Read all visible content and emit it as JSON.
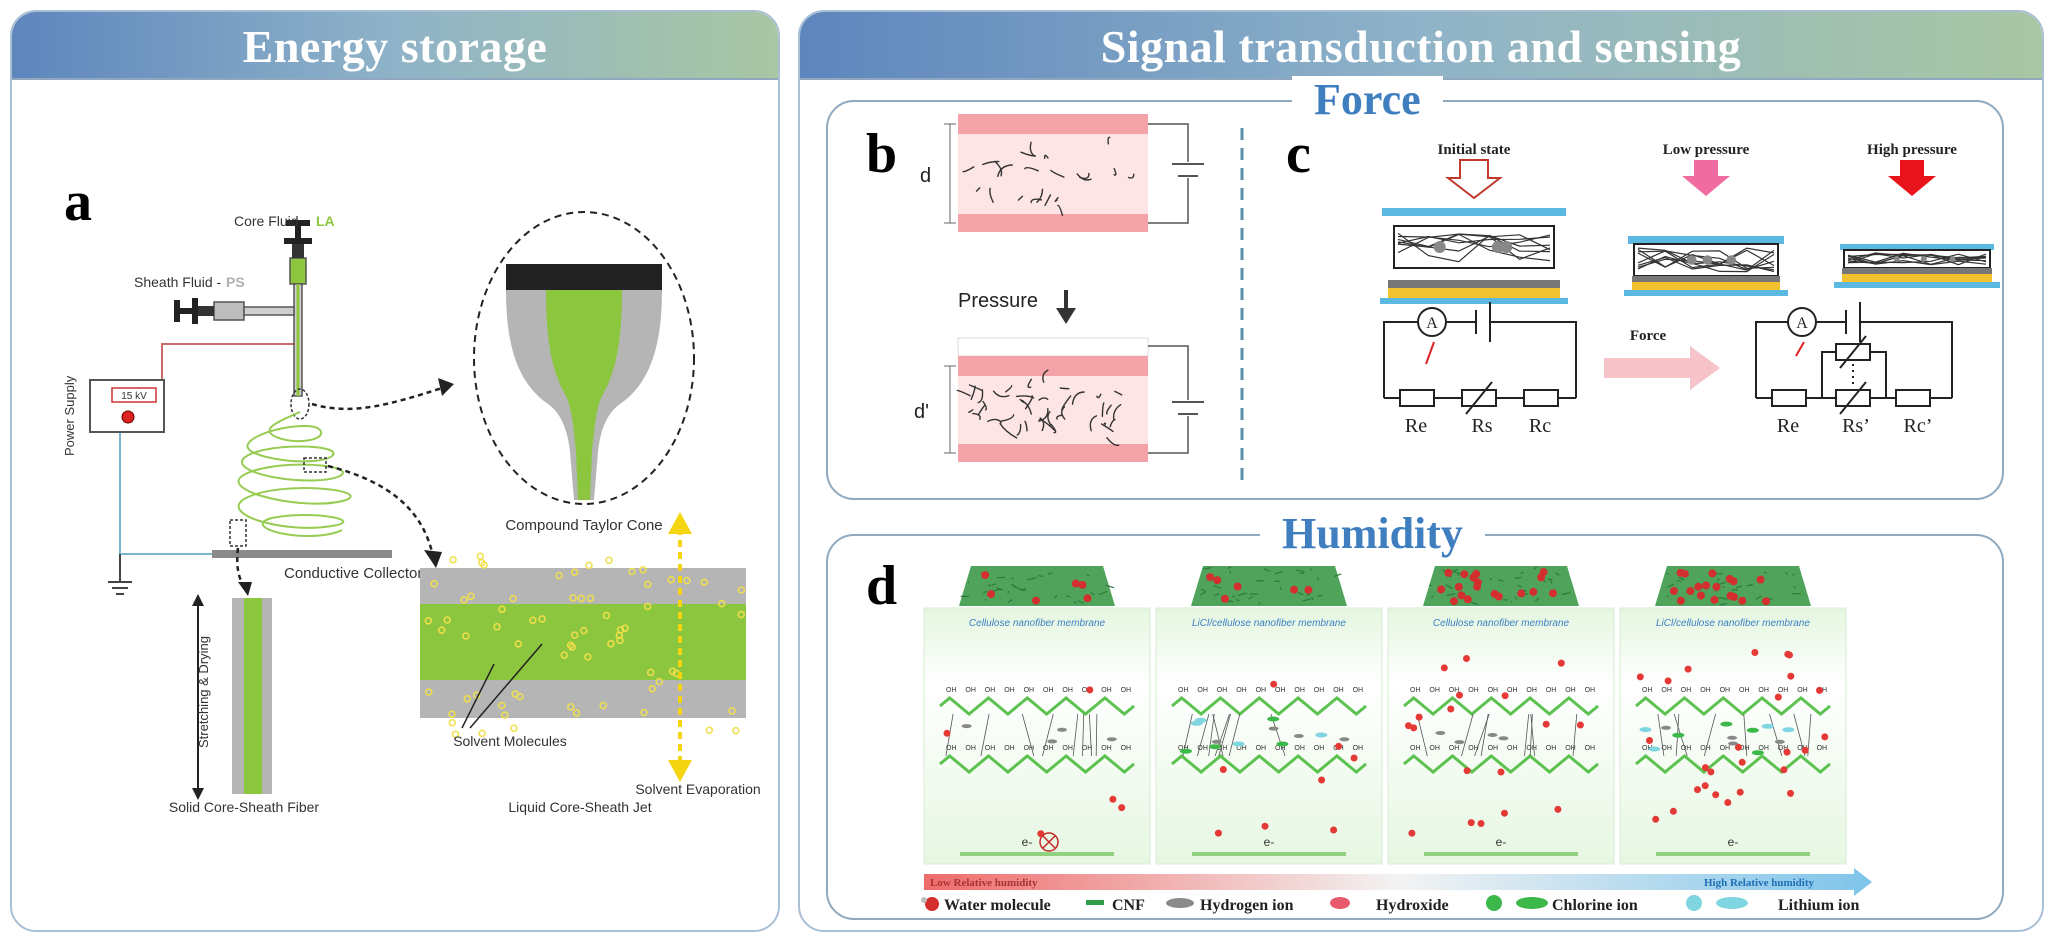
{
  "left_panel": {
    "title": "Energy storage",
    "label": "a"
  },
  "right_panel": {
    "title": "Signal transduction and sensing"
  },
  "force": {
    "title": "Force",
    "label_b": "b",
    "label_c": "c"
  },
  "humidity": {
    "title": "Humidity",
    "label_d": "d"
  },
  "electrospinning": {
    "core_fluid": "Core Fluid - ",
    "core_la": "LA",
    "sheath_fluid": "Sheath Fluid - ",
    "sheath_ps": "PS",
    "power_supply": "Power Supply",
    "voltage": "15 kV",
    "compound_cone": "Compound Taylor Cone",
    "collector": "Conductive Collector",
    "stretching": "Stretching & Drying",
    "solid_fiber": "Solid Core-Sheath Fiber",
    "solvent_molecules": "Solvent Molecules",
    "solvent_evaporation": "Solvent Evaporation",
    "liquid_jet": "Liquid Core-Sheath Jet"
  },
  "panel_b": {
    "d": "d",
    "d_prime": "d'",
    "pressure": "Pressure"
  },
  "panel_c": {
    "initial": "Initial state",
    "low": "Low pressure",
    "high": "High pressure",
    "force_arrow": "Force",
    "ammeter": "A",
    "re": "Re",
    "rs": "Rs",
    "rc": "Rc",
    "re2": "Re",
    "rs2": "Rs’",
    "rc2": "Rc’"
  },
  "panel_d": {
    "membranes": [
      "Cellulose nanofiber membrane",
      "LiCl/cellulose nanofiber membrane",
      "Cellulose nanofiber membrane",
      "LiCl/cellulose nanofiber membrane"
    ],
    "electron": "e-",
    "low_rh": "Low Relative humidity",
    "high_rh": "High Relative humidity",
    "legend": [
      "Water molecule",
      "CNF",
      "Hydrogen ion",
      "Hydroxide",
      "Chlorine ion",
      "Lithium ion"
    ]
  },
  "colors": {
    "green": "#8cc63f",
    "pink": "#f6a3a8",
    "blue_title": "#3f7fc0",
    "yellow": "#f5c518"
  }
}
